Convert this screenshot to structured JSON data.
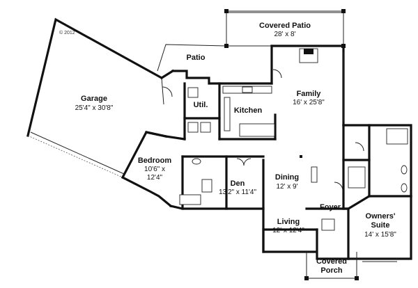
{
  "copyright": "© 2012",
  "rooms": [
    {
      "id": "covered-patio",
      "name": "Covered Patio",
      "dims": "28' x 8'"
    },
    {
      "id": "patio",
      "name": "Patio",
      "dims": ""
    },
    {
      "id": "garage",
      "name": "Garage",
      "dims": "25'4\" x 30'8\""
    },
    {
      "id": "util",
      "name": "Util.",
      "dims": ""
    },
    {
      "id": "kitchen",
      "name": "Kitchen",
      "dims": ""
    },
    {
      "id": "family",
      "name": "Family",
      "dims": "16' x 25'8\""
    },
    {
      "id": "bedroom",
      "name": "Bedroom",
      "dims": "10'6\" x",
      "dims2": "12'4\""
    },
    {
      "id": "den",
      "name": "Den",
      "dims": "13'2\" x 11'4\""
    },
    {
      "id": "dining",
      "name": "Dining",
      "dims": "12' x 9'"
    },
    {
      "id": "foyer",
      "name": "Foyer",
      "dims": ""
    },
    {
      "id": "living",
      "name": "Living",
      "dims": "12' x 12'4\""
    },
    {
      "id": "owners-suite",
      "name": "Owners'",
      "name2": "Suite",
      "dims": "14' x 15'8\""
    },
    {
      "id": "covered-porch",
      "name": "Covered",
      "name2": "Porch",
      "dims": ""
    }
  ]
}
